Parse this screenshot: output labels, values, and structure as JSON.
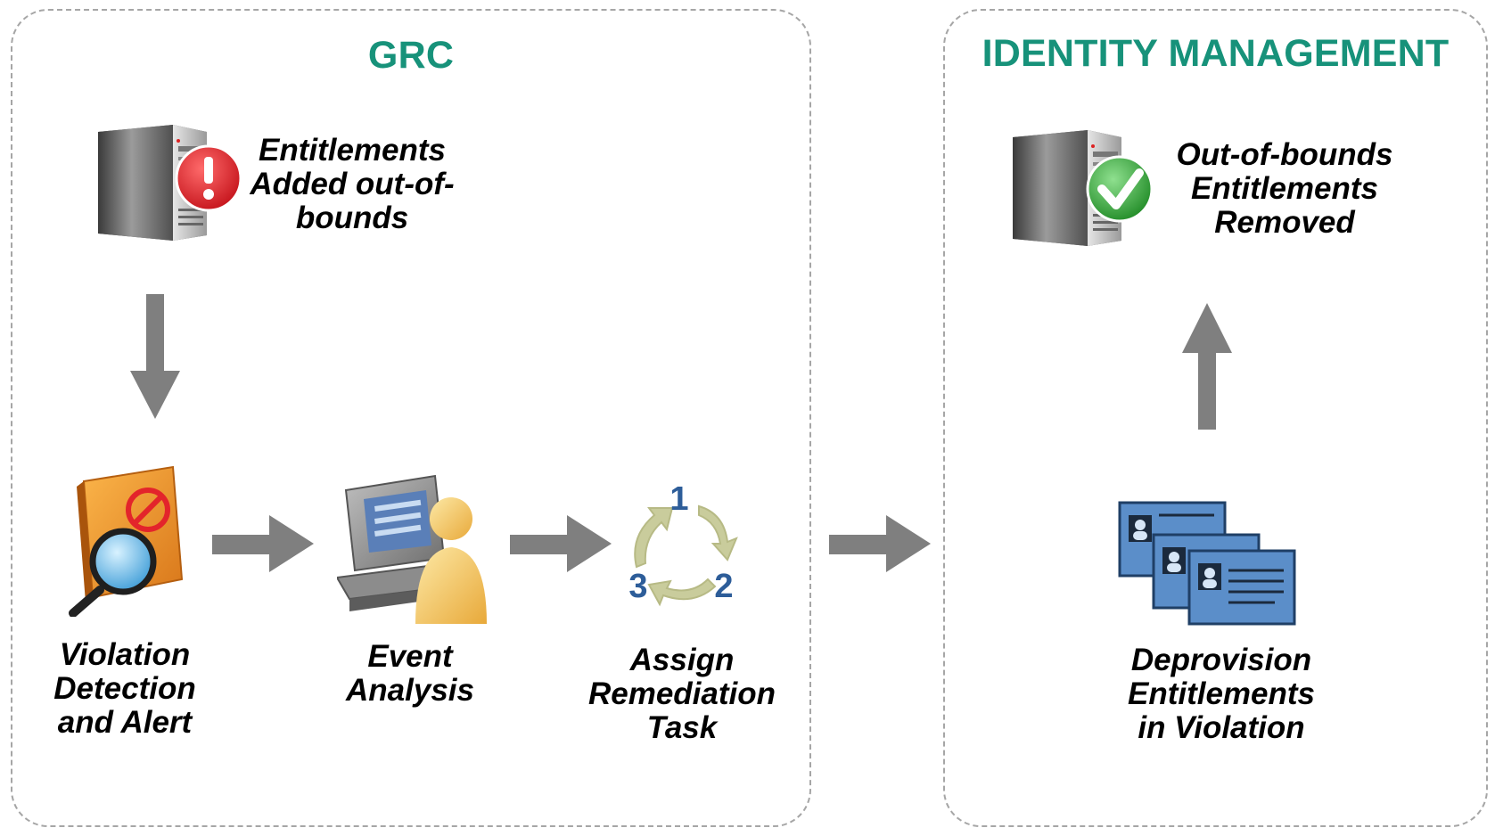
{
  "colors": {
    "title": "#17927a",
    "arrow": "#7f7f7f",
    "panel_border": "#a6a6a6",
    "alert": "#e0262b",
    "check": "#37a33a",
    "card": "#5b8ec9"
  },
  "grc": {
    "title": "GRC",
    "server_label": "Entitlements\nAdded out-of-\nbounds",
    "steps": [
      {
        "label": "Violation\nDetection\nand Alert",
        "icon": "book-magnifier-icon"
      },
      {
        "label": "Event\nAnalysis",
        "icon": "computer-user-icon"
      },
      {
        "label": "Assign\nRemediation\nTask",
        "icon": "cycle-icon"
      }
    ],
    "cycle_numbers": [
      "1",
      "2",
      "3"
    ]
  },
  "identity_management": {
    "title": "IDENTITY MANAGEMENT",
    "server_label": "Out-of-bounds\nEntitlements\nRemoved",
    "step_label": "Deprovision\nEntitlements\nin Violation"
  }
}
